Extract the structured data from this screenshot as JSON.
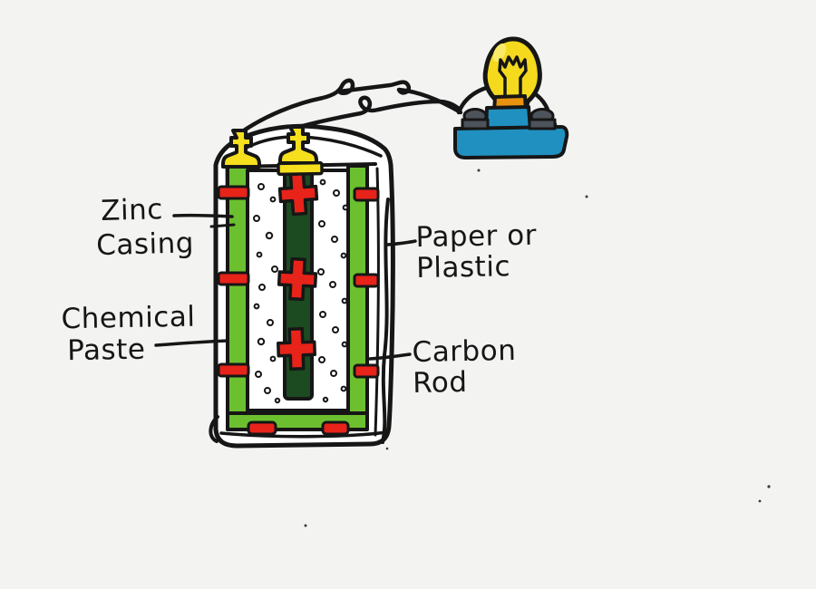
{
  "diagram": {
    "labels": {
      "zinc_casing": {
        "line1": "Zinc",
        "line2": "Casing"
      },
      "chemical_paste": {
        "line1": "Chemical",
        "line2": "Paste"
      },
      "paper_or_plastic": {
        "line1": "Paper or",
        "line2": "Plastic"
      },
      "carbon_rod": {
        "line1": "Carbon",
        "line2": "Rod"
      }
    },
    "colors": {
      "background": "#f3f3f2",
      "ink": "#161616",
      "zinc_casing_green": "#6cc02f",
      "carbon_rod_green": "#1c4a21",
      "chemical_paste_white": "#ffffff",
      "terminal_yellow": "#f6e01e",
      "bulb_yellow": "#f4d91c",
      "bulb_highlight": "#f9ea67",
      "bulb_base_orange": "#e8930e",
      "holder_blue": "#2090c0",
      "contact_red": "#e8231a",
      "screw_gray": "#4d535a"
    }
  }
}
